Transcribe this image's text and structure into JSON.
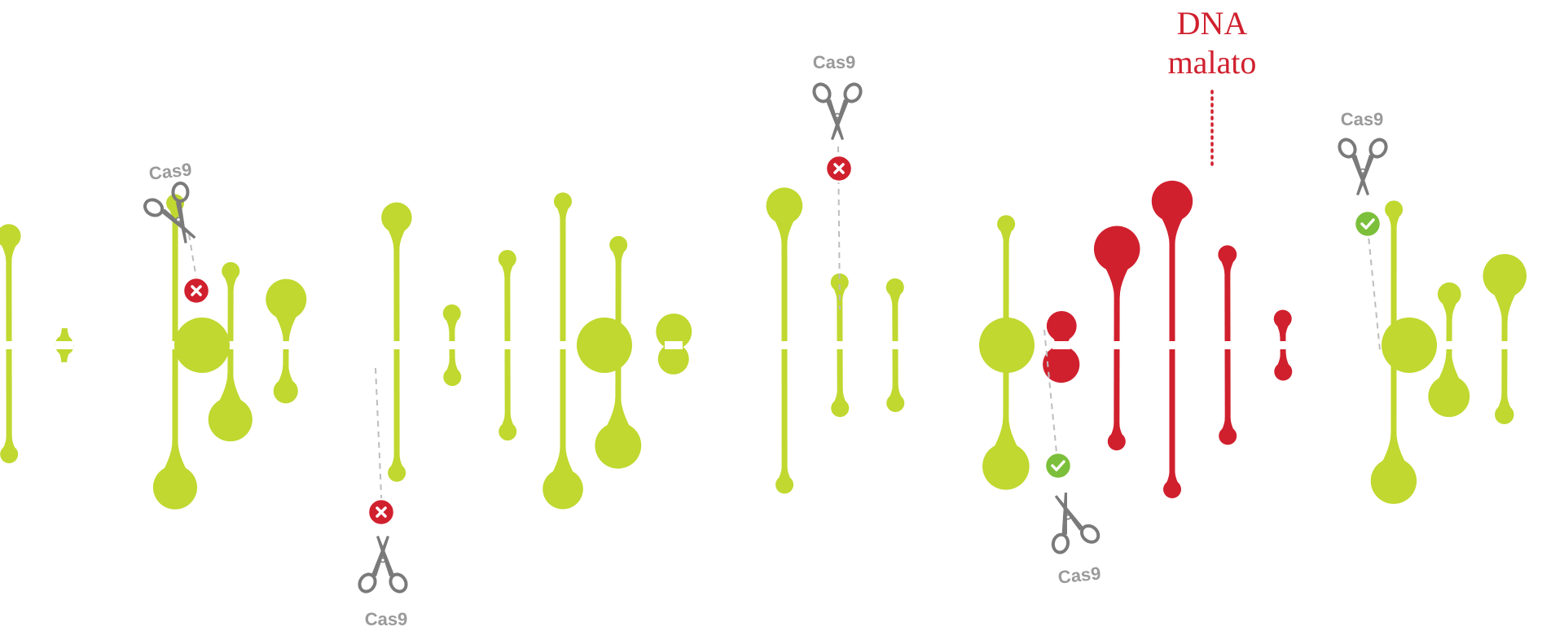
{
  "colors": {
    "healthy": "#c0d82f",
    "diseased": "#d0202e",
    "scissors": "#7a7a7a",
    "label_gray": "#9a9a9a",
    "fail_badge": "#d0202e",
    "success_badge": "#7cbf3a",
    "background": "#ffffff"
  },
  "diseased_label": {
    "line1": "DNA",
    "line2": "malato"
  },
  "cuts": [
    {
      "label": "Cas9",
      "result": "fail",
      "icon": "x-mark-icon"
    },
    {
      "label": "Cas9",
      "result": "fail",
      "icon": "x-mark-icon"
    },
    {
      "label": "Cas9",
      "result": "fail",
      "icon": "x-mark-icon"
    },
    {
      "label": "Cas9",
      "result": "success",
      "icon": "check-mark-icon"
    },
    {
      "label": "Cas9",
      "result": "success",
      "icon": "check-mark-icon"
    }
  ]
}
